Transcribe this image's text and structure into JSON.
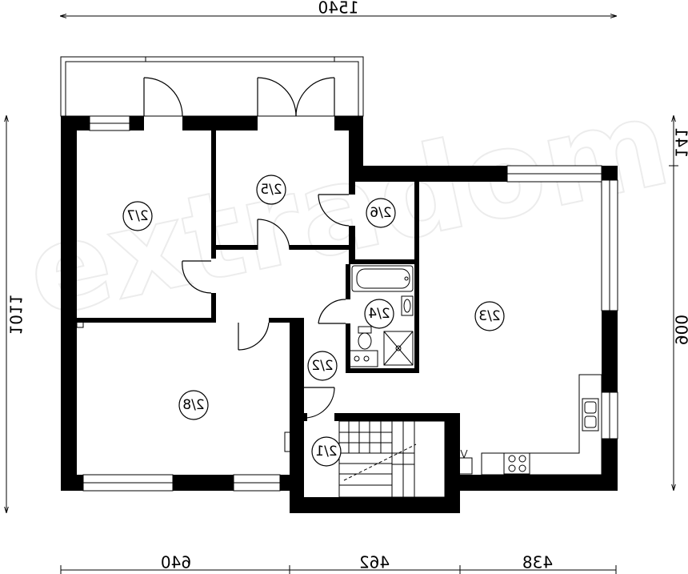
{
  "watermark": "extradom",
  "dimensions": {
    "top_total": "1540",
    "left_total": "1011",
    "right_total": "900",
    "right_upper": "141",
    "bottom": [
      "640",
      "462",
      "438"
    ]
  },
  "rooms": [
    {
      "id": "217",
      "label": "2/7"
    },
    {
      "id": "215",
      "label": "2/5"
    },
    {
      "id": "216",
      "label": "2/6"
    },
    {
      "id": "213",
      "label": "2/3"
    },
    {
      "id": "214",
      "label": "2/4"
    },
    {
      "id": "212",
      "label": "2/2"
    },
    {
      "id": "218",
      "label": "2/8"
    },
    {
      "id": "211",
      "label": "2/1"
    }
  ]
}
